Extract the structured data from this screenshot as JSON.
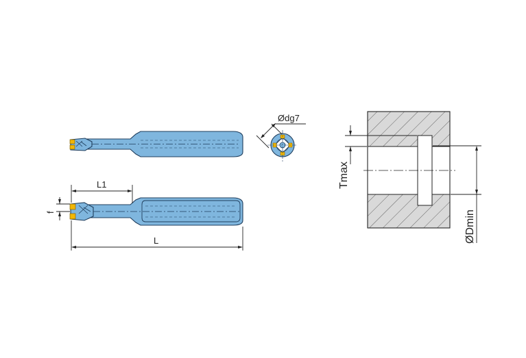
{
  "labels": {
    "shank_diameter": "Ødg7",
    "l1": "L1",
    "f": "f",
    "overall_length": "L",
    "tmax": "Tmax",
    "dmin": "ØDmin"
  },
  "colors": {
    "tool_fill": "#7fb6de",
    "tool_outline": "#1f3d5c",
    "insert": "#f2b705",
    "workpiece_fill": "#d9d9d9",
    "line": "#222222"
  }
}
